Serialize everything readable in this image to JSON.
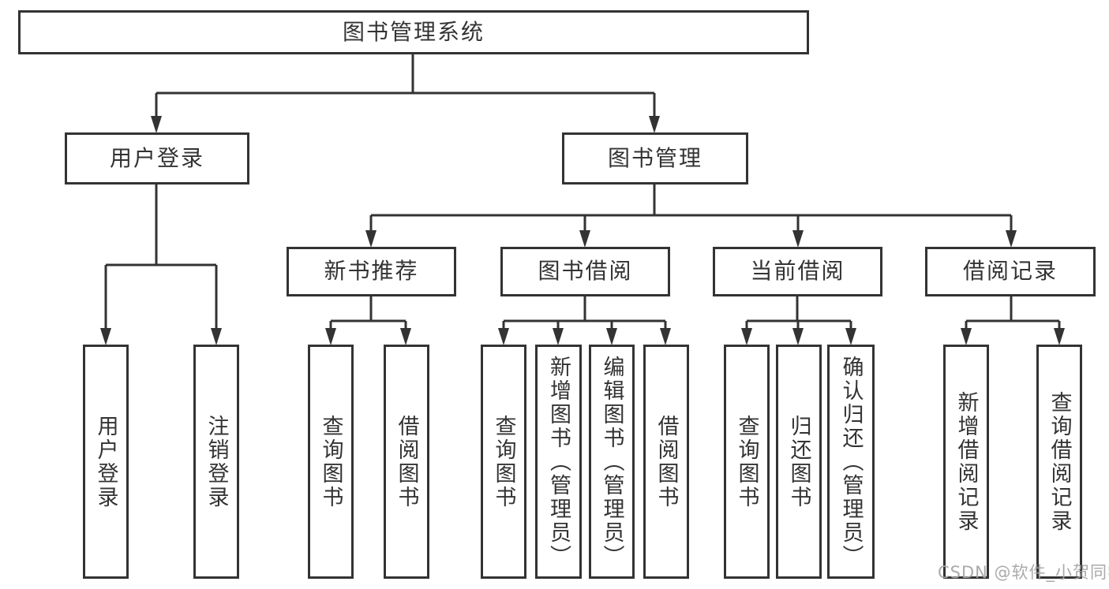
{
  "diagram": {
    "type": "tree",
    "hierarchy": {
      "图书管理系统": {
        "用户登录": [
          "用户登录",
          "注销登录"
        ],
        "图书管理": {
          "新书推荐": [
            "查询图书",
            "借阅图书"
          ],
          "图书借阅": [
            "查询图书",
            "新增图书（管理员）",
            "编辑图书（管理员）",
            "借阅图书"
          ],
          "当前借阅": [
            "查询图书",
            "归还图书",
            "确认归还（管理员）"
          ],
          "借阅记录": [
            "新增借阅记录",
            "查询借阅记录"
          ]
        }
      }
    }
  },
  "nodes": {
    "root": "图书管理系统",
    "user_login": "用户登录",
    "book_management": "图书管理",
    "new_book_recommend": "新书推荐",
    "book_borrow": "图书借阅",
    "current_borrow": "当前借阅",
    "borrow_record": "借阅记录",
    "ul_user_login": "用户登录",
    "ul_logout": "注销登录",
    "rec_query_book": "查询图书",
    "rec_borrow_book": "借阅图书",
    "bb_query_book": "查询图书",
    "bb_add_book": "新增图书（管理员）",
    "bb_edit_book": "编辑图书（管理员）",
    "bb_borrow_book": "借阅图书",
    "cb_query_book": "查询图书",
    "cb_return_book": "归还图书",
    "cb_confirm_return": "确认归还（管理员）",
    "br_add_record": "新增借阅记录",
    "br_query_record": "查询借阅记录"
  },
  "watermark": "CSDN @软件_小贺同学",
  "colors": {
    "line": "#333333",
    "text": "#333333",
    "node_background": "#ffffff",
    "page_background": "#ffffff",
    "watermark": "#a5a5a5"
  }
}
